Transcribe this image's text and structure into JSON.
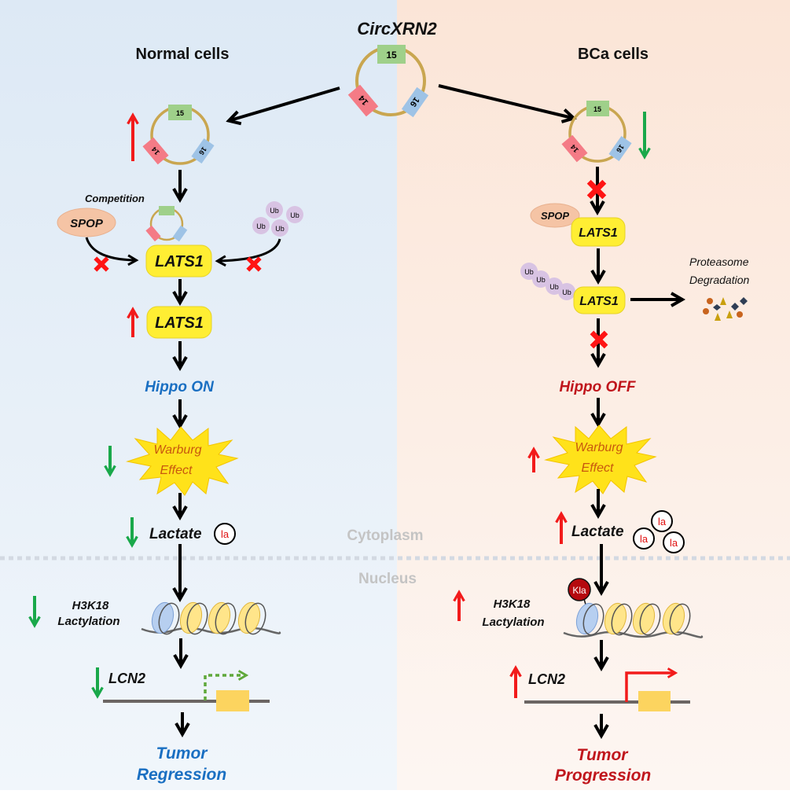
{
  "title": "CircXRN2",
  "colors": {
    "left_bg_top": "#dde9f5",
    "left_bg_bottom": "#f1f6fb",
    "right_bg_top": "#fbe5d7",
    "right_bg_bottom": "#fdf6f2",
    "up_arrow": "#f21b1b",
    "down_arrow": "#19a84a",
    "hippo_on": "#1a6fc2",
    "hippo_off": "#c0161c",
    "lats1_fill": "#ffee33",
    "spop_fill": "#f5c4a5",
    "ub_fill": "#d8c3e3",
    "exon14": "#f47b86",
    "exon15": "#9fd08a",
    "exon16": "#9ec3e6",
    "ring": "#c9a650",
    "warburg_fill": "#ffe21a",
    "warburg_text": "#c8580e",
    "compartment_label": "#c4c4c4"
  },
  "circ": {
    "exons": [
      "14",
      "15",
      "16"
    ]
  },
  "left": {
    "heading": "Normal cells",
    "competition": "Competition",
    "spop": "SPOP",
    "ub": "Ub",
    "lats1": "LATS1",
    "hippo": "Hippo ON",
    "warburg_line1": "Warburg",
    "warburg_line2": "Effect",
    "lactate": "Lactate",
    "la": "la",
    "h3k18_line1": "H3K18",
    "h3k18_line2": "Lactylation",
    "lcn2": "LCN2",
    "outcome_line1": "Tumor",
    "outcome_line2": "Regression"
  },
  "right": {
    "heading": "BCa cells",
    "spop": "SPOP",
    "ub": "Ub",
    "lats1": "LATS1",
    "proteasome_line1": "Proteasome",
    "proteasome_line2": "Degradation",
    "hippo": "Hippo OFF",
    "warburg_line1": "Warburg",
    "warburg_line2": "Effect",
    "lactate": "Lactate",
    "la": "la",
    "kla": "Kla",
    "h3k18_line1": "H3K18",
    "h3k18_line2": "Lactylation",
    "lcn2": "LCN2",
    "outcome_line1": "Tumor",
    "outcome_line2": "Progression"
  },
  "compartments": {
    "cytoplasm": "Cytoplasm",
    "nucleus": "Nucleus"
  }
}
